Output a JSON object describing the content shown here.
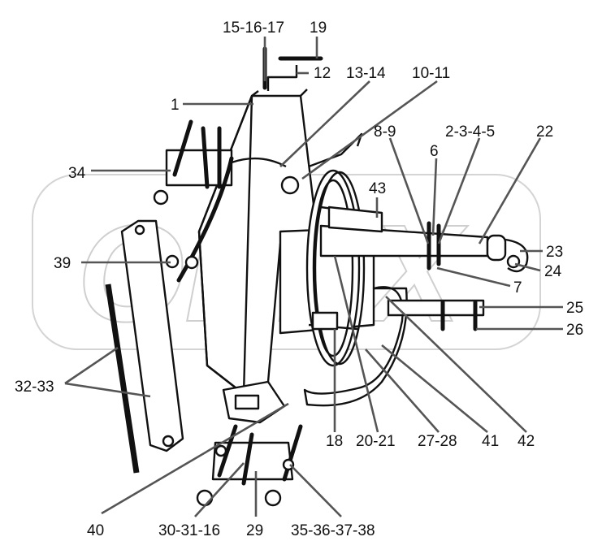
{
  "watermark": {
    "text": "OPEX"
  },
  "labels": {
    "l15_16_17": "15-16-17",
    "l19": "19",
    "l12": "12",
    "l13_14": "13-14",
    "l10_11": "10-11",
    "l1": "1",
    "l8_9": "8-9",
    "l2_3_4_5": "2-3-4-5",
    "l22": "22",
    "l6": "6",
    "l34": "34",
    "l43": "43",
    "l23": "23",
    "l39": "39",
    "l24": "24",
    "l7": "7",
    "l25": "25",
    "l26": "26",
    "l32_33": "32-33",
    "l18": "18",
    "l20_21": "20-21",
    "l27_28": "27-28",
    "l41": "41",
    "l42": "42",
    "l40": "40",
    "l30_31_16": "30-31-16",
    "l29": "29",
    "l35_36_37_38": "35-36-37-38"
  }
}
